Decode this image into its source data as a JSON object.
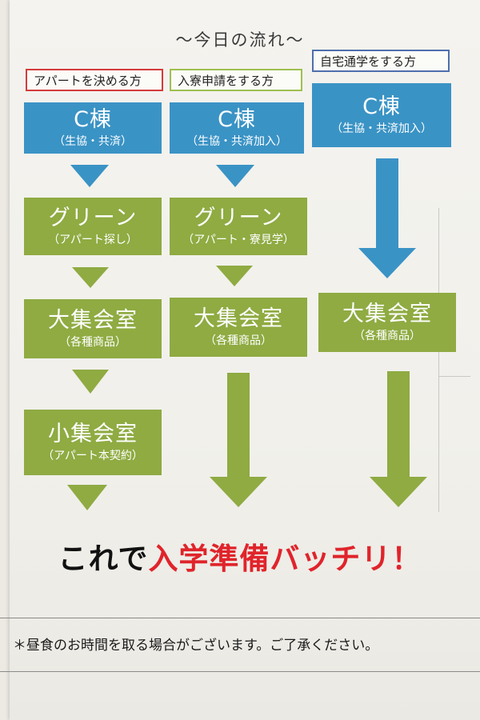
{
  "title": "～今日の流れ～",
  "columns": [
    {
      "label": "アパートを決める方",
      "steps": [
        {
          "main": "C棟",
          "sub": "（生協・共済）"
        },
        {
          "main": "グリーン",
          "sub": "（アパート探し）"
        },
        {
          "main": "大集会室",
          "sub": "（各種商品）"
        },
        {
          "main": "小集会室",
          "sub": "（アパート本契約）"
        }
      ]
    },
    {
      "label": "入寮申請をする方",
      "steps": [
        {
          "main": "C棟",
          "sub": "（生協・共済加入）"
        },
        {
          "main": "グリーン",
          "sub": "（アパート・寮見学）"
        },
        {
          "main": "大集会室",
          "sub": "（各種商品）"
        }
      ]
    },
    {
      "label": "自宅通学をする方",
      "steps": [
        {
          "main": "C棟",
          "sub": "（生協・共済加入）"
        },
        {
          "main": "大集会室",
          "sub": "（各種商品）"
        }
      ]
    }
  ],
  "banner": {
    "black": "これで",
    "red": "入学準備バッチリ！"
  },
  "note": "＊昼食のお時間を取る場合がございます。ご了承ください。",
  "colors": {
    "blue": "#3a93c5",
    "green": "#8fab42",
    "red": "#e0242b",
    "label_border_1": "#d63b3b",
    "label_border_2": "#9fbf50",
    "label_border_3": "#4f6fae"
  }
}
